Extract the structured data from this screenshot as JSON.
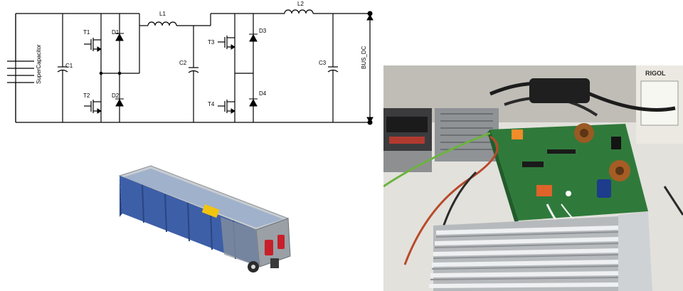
{
  "schematic": {
    "supercap_label": "SuperCapacitor",
    "bus_label": "BUS_DC",
    "capacitors": [
      "C1",
      "C2",
      "C3"
    ],
    "inductors": [
      "L1",
      "L2"
    ],
    "transistors": [
      "T1",
      "T2",
      "T3",
      "T4"
    ],
    "diodes": [
      "D1",
      "D2",
      "D3",
      "D4"
    ]
  },
  "supercap_photo": {
    "cell_colors": [
      "#3d5fa8",
      "#9aa0a6",
      "#c8202a"
    ]
  },
  "lab_photo": {
    "oscilloscope_brand": "RIGOL",
    "board_color": "#2f7a3a",
    "heatsink_color": "#c9cccf"
  }
}
